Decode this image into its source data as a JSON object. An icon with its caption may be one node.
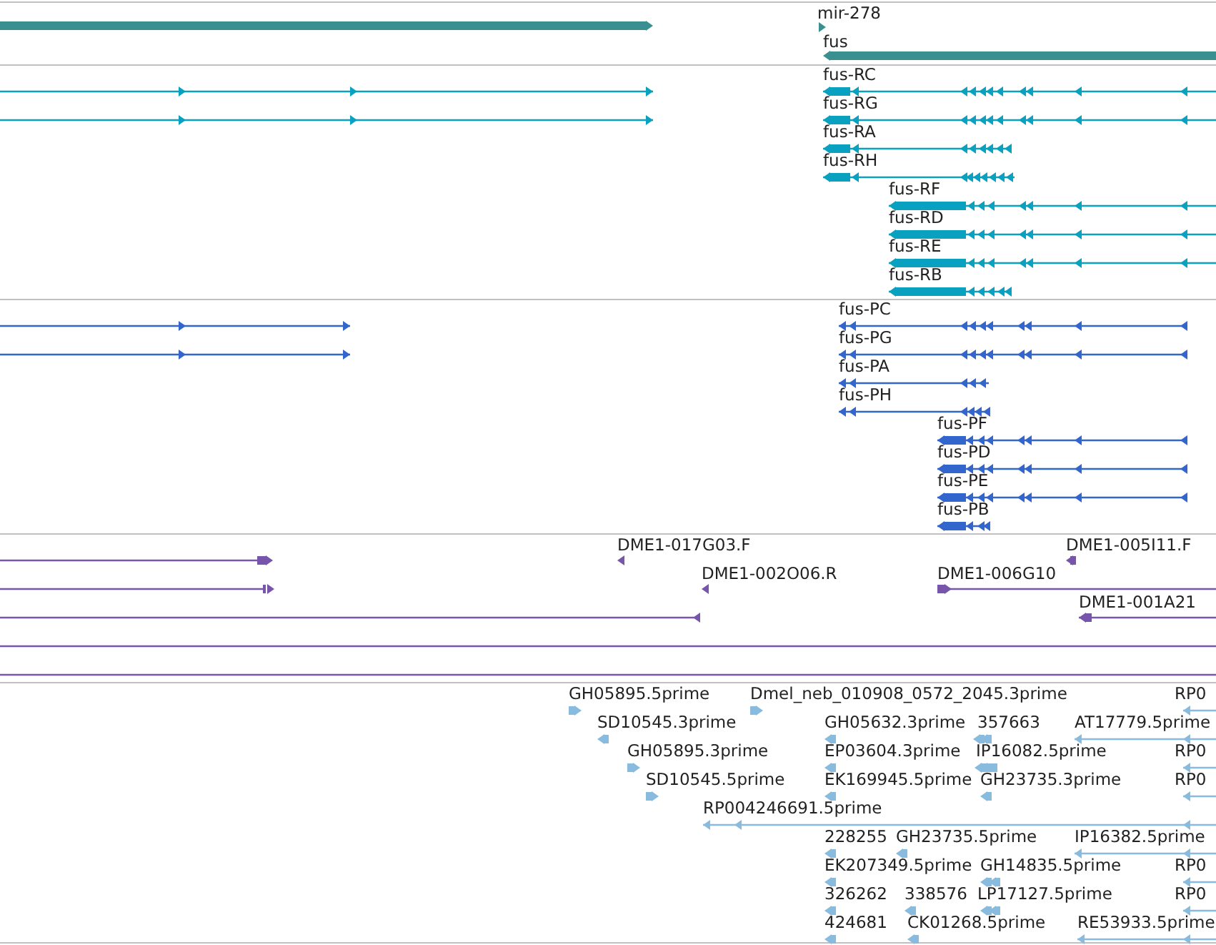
{
  "diagram": {
    "labels": [
      "mir-278",
      "fus",
      "fus-RC",
      "fus-RG",
      "fus-RA",
      "fus-RH",
      "fus-RF",
      "fus-RD",
      "fus-RE",
      "fus-RB",
      "fus-PC",
      "fus-PG",
      "fus-PA",
      "fus-PH",
      "fus-PF",
      "fus-PD",
      "fus-PE",
      "fus-PB",
      "DME1-017G03.F",
      "DME1-005I11.F",
      "DME1-002O06.R",
      "DME1-006G10",
      "DME1-001A21",
      "GH05895.5prime",
      "Dmel_neb_010908_0572_2045.3prime",
      "RP0",
      "SD10545.3prime",
      "GH05632.3prime",
      "357663",
      "AT17779.5prime",
      "GH05895.3prime",
      "EP03604.3prime",
      "IP16082.5prime",
      "RP0",
      "SD10545.5prime",
      "EK169945.5prime",
      "GH23735.3prime",
      "RP0",
      "RP004246691.5prime",
      "228255",
      "GH23735.5prime",
      "IP16382.5prime",
      "EK207349.5prime",
      "GH14835.5prime",
      "RP0",
      "326262",
      "338576",
      "LP17127.5prime",
      "RP0",
      "424681",
      "CK01268.5prime",
      "RE53933.5prime"
    ]
  }
}
